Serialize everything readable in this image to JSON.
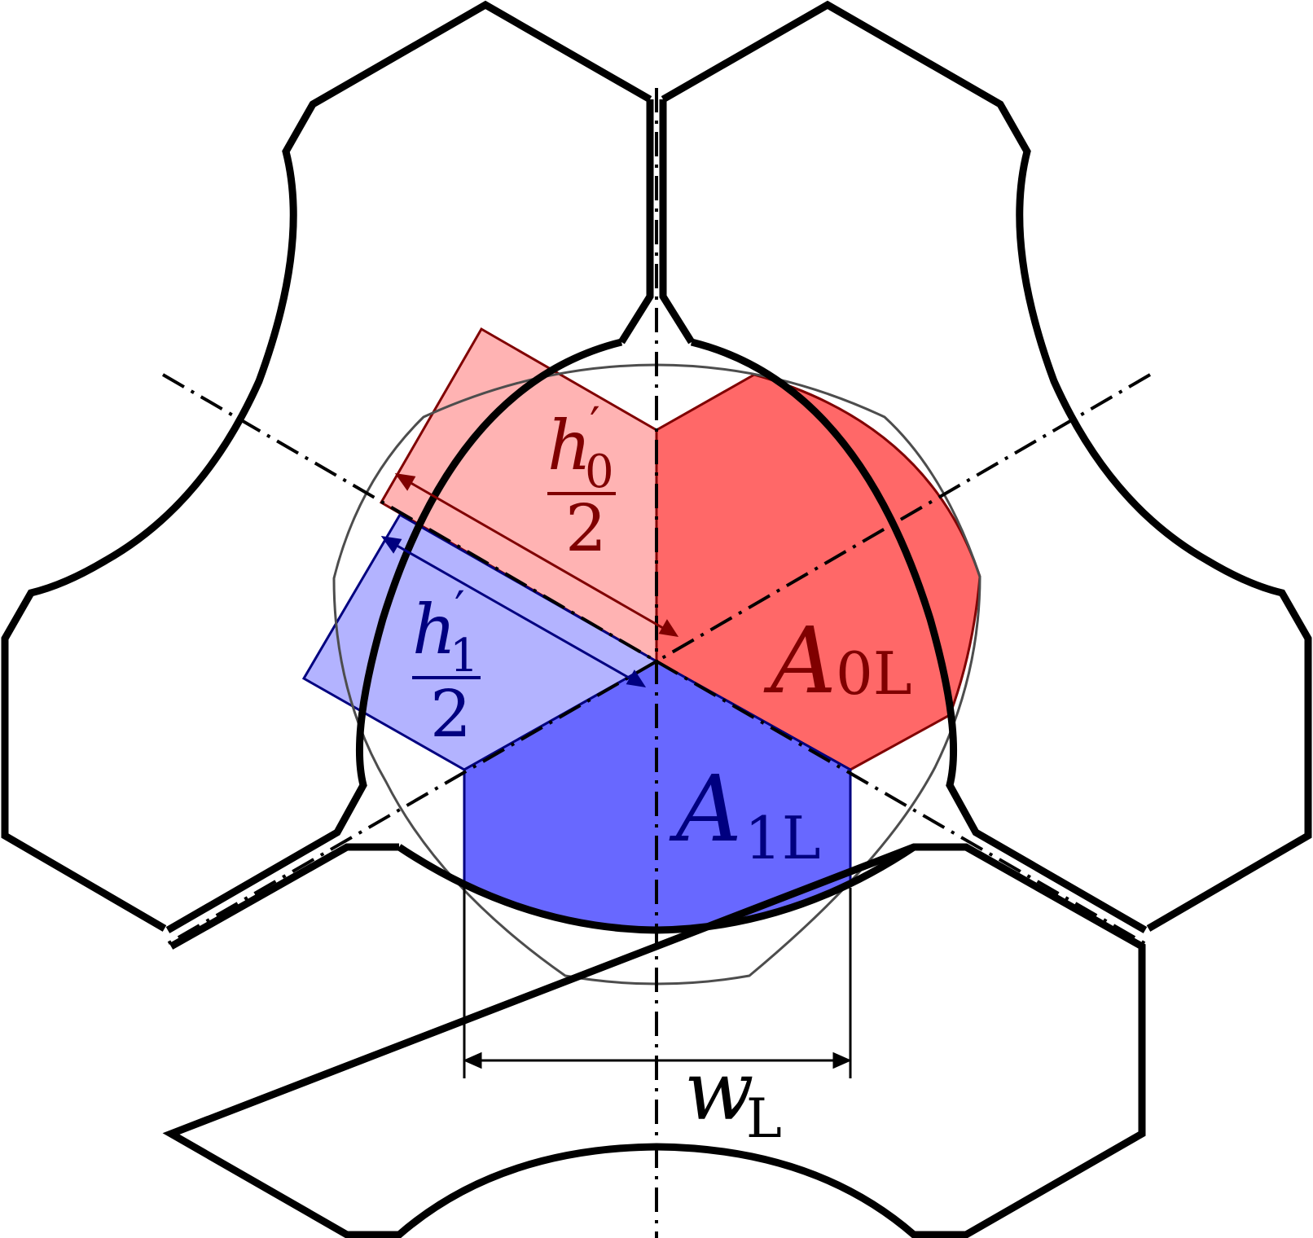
{
  "labels": {
    "h0": {
      "base": "h",
      "prime": "′",
      "sub": "0",
      "den": "2"
    },
    "h1": {
      "base": "h",
      "prime": "′",
      "sub": "1",
      "den": "2"
    },
    "a0": {
      "base": "A",
      "sub": "0L"
    },
    "a1": {
      "base": "A",
      "sub": "1L"
    },
    "w": {
      "base": "w",
      "sub": "L"
    }
  },
  "colors": {
    "outline": "#000000",
    "circle": "#4d4d4d",
    "red_fill": "#ff6868",
    "red_light": "#ffb3b3",
    "red_stroke": "#800000",
    "blue_fill": "#6868ff",
    "blue_light": "#b3b3ff",
    "blue_stroke": "#000080"
  }
}
